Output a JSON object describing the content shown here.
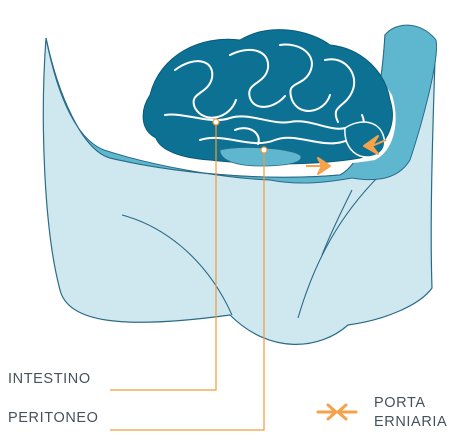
{
  "labels": {
    "intestino": "INTESTINO",
    "peritoneo": "PERITONEO",
    "porta_line1": "PORTA",
    "porta_line2": "ERNIARIA"
  },
  "colors": {
    "body_fill": "#cfe8ef",
    "body_stroke": "#2b6b88",
    "peritoneum": "#5fb6cf",
    "intestine": "#0d7194",
    "highlight": "#ffffff",
    "leader": "#f29a3a",
    "arrow": "#f5a24a",
    "text": "#46525c"
  },
  "icons": [
    "arrow-right-icon",
    "arrow-left-icon"
  ]
}
